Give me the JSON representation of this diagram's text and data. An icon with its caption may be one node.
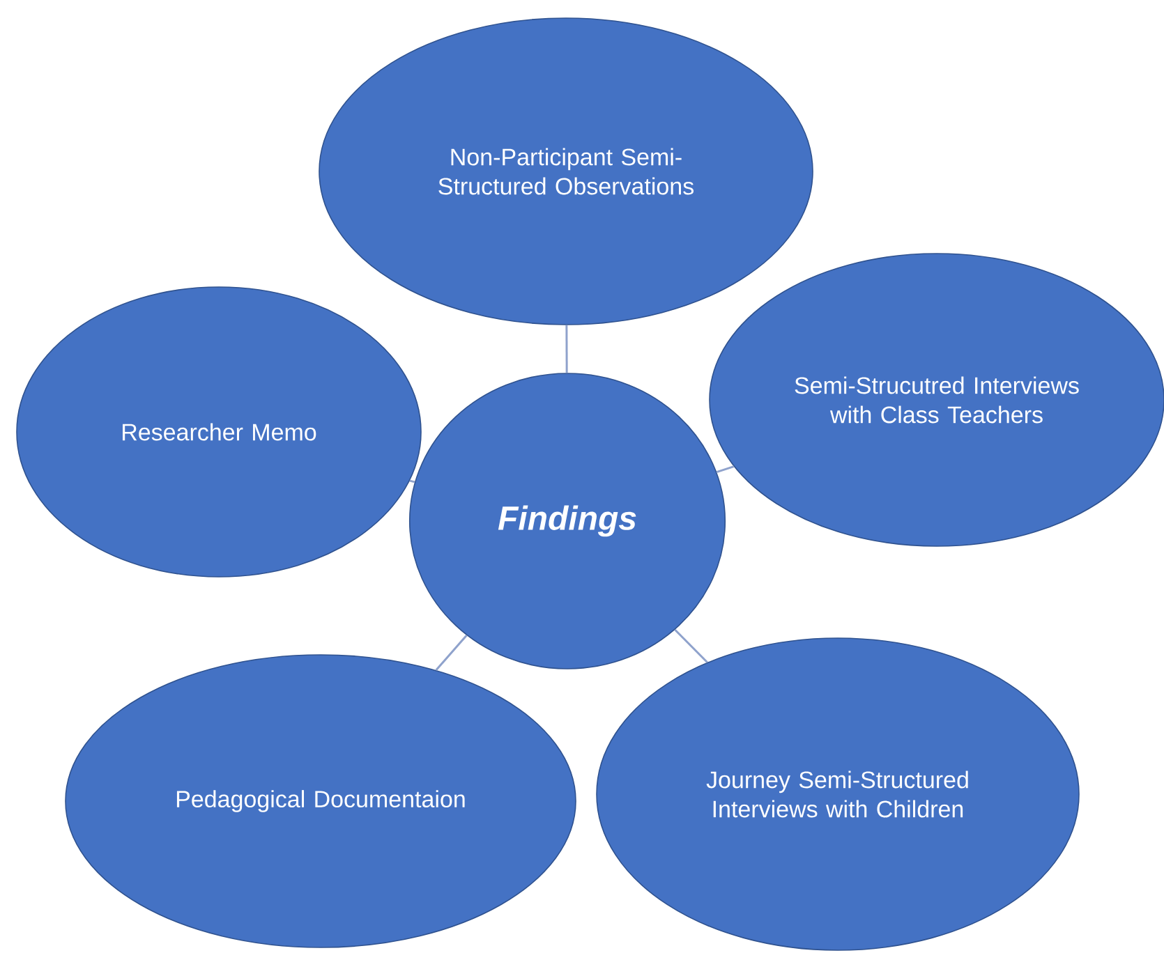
{
  "diagram": {
    "nodes": [
      {
        "text": [
          "Non-Participant Semi-Structured Observations"
        ]
      },
      {
        "text": [
          "Researcher Memo"
        ]
      },
      {
        "text": [
          "Semi-Strucutred Interviews with Class Teachers"
        ]
      },
      {
        "text": [
          "Findings"
        ]
      },
      {
        "text": [
          "Pedagogical Documentaion"
        ]
      },
      {
        "text": [
          "Journey Semi-Structured Interviews with Children"
        ]
      }
    ],
    "edges": [
      {
        "from": 3,
        "to": 0,
        "arrow": "none"
      },
      {
        "from": 3,
        "to": 1,
        "arrow": "none"
      },
      {
        "from": 3,
        "to": 2,
        "arrow": "none"
      },
      {
        "from": 3,
        "to": 4,
        "arrow": "none"
      },
      {
        "from": 3,
        "to": 5,
        "arrow": "none"
      }
    ]
  }
}
